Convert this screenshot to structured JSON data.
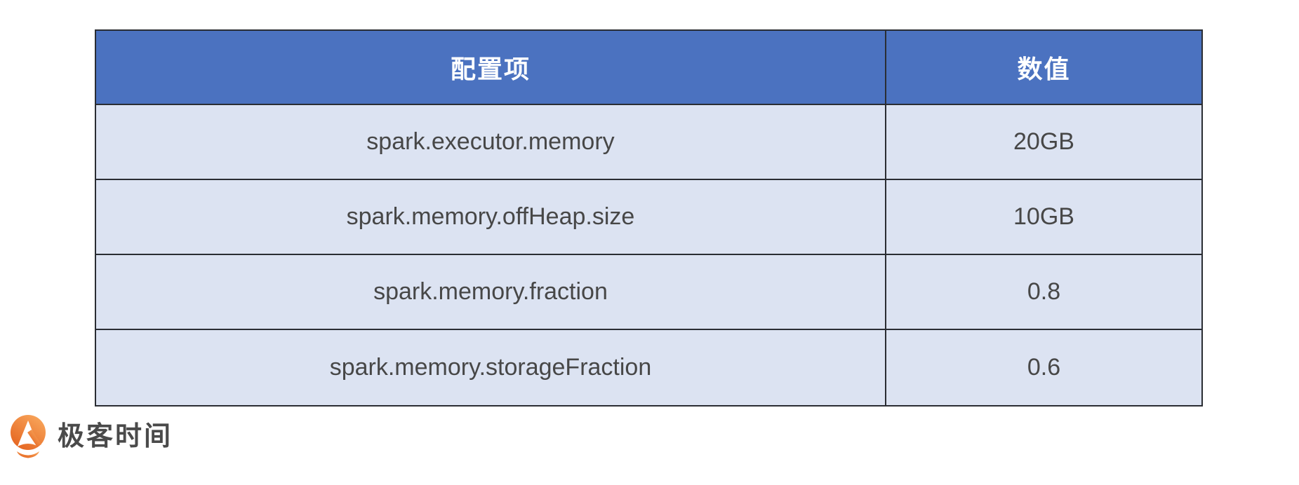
{
  "chart_data": {
    "type": "table",
    "columns": [
      "配置项",
      "数值"
    ],
    "rows": [
      [
        "spark.executor.memory",
        "20GB"
      ],
      [
        "spark.memory.offHeap.size",
        "10GB"
      ],
      [
        "spark.memory.fraction",
        "0.8"
      ],
      [
        "spark.memory.storageFraction",
        "0.6"
      ]
    ],
    "title": "",
    "legend": "none",
    "grid": "all-borders"
  },
  "table": {
    "header": {
      "config_label": "配置项",
      "value_label": "数值"
    },
    "rows": [
      {
        "config": "spark.executor.memory",
        "value": "20GB"
      },
      {
        "config": "spark.memory.offHeap.size",
        "value": "10GB"
      },
      {
        "config": "spark.memory.fraction",
        "value": "0.8"
      },
      {
        "config": "spark.memory.storageFraction",
        "value": "0.6"
      }
    ]
  },
  "branding": {
    "logo_text": "极客时间",
    "logo_icon": "geektime-icon"
  },
  "colors": {
    "header_bg": "#4b72c0",
    "header_text": "#ffffff",
    "row_bg": "#dce3f2",
    "cell_text": "#474747",
    "border": "#2a2d33",
    "logo_orange_light": "#f9a85d",
    "logo_orange_dark": "#e4621e",
    "logo_text_color": "#4a4a4a"
  }
}
